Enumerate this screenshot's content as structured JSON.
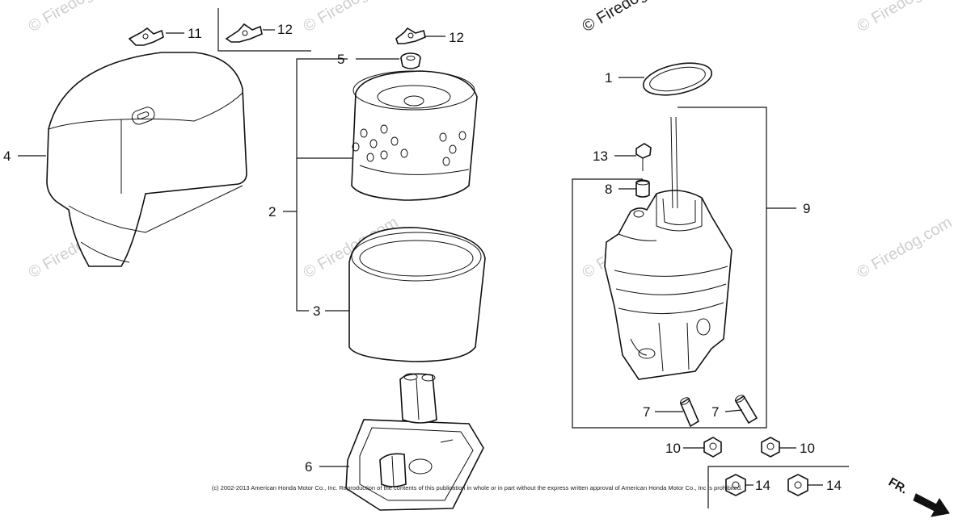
{
  "callouts": {
    "p1": "1",
    "p2": "2",
    "p3": "3",
    "p4": "4",
    "p5": "5",
    "p6": "6",
    "p7a": "7",
    "p7b": "7",
    "p8": "8",
    "p9": "9",
    "p10a": "10",
    "p10b": "10",
    "p11": "11",
    "p12a": "12",
    "p12b": "12",
    "p13": "13",
    "p14a": "14",
    "p14b": "14"
  },
  "watermark": "© Firedog.com",
  "front_label": "FR.",
  "copyright": "(c) 2002-2013 American Honda Motor Co., Inc. Reproduction of the contents of this publication in whole or in part without the express written approval of American Honda Motor Co., Inc is prohibited."
}
